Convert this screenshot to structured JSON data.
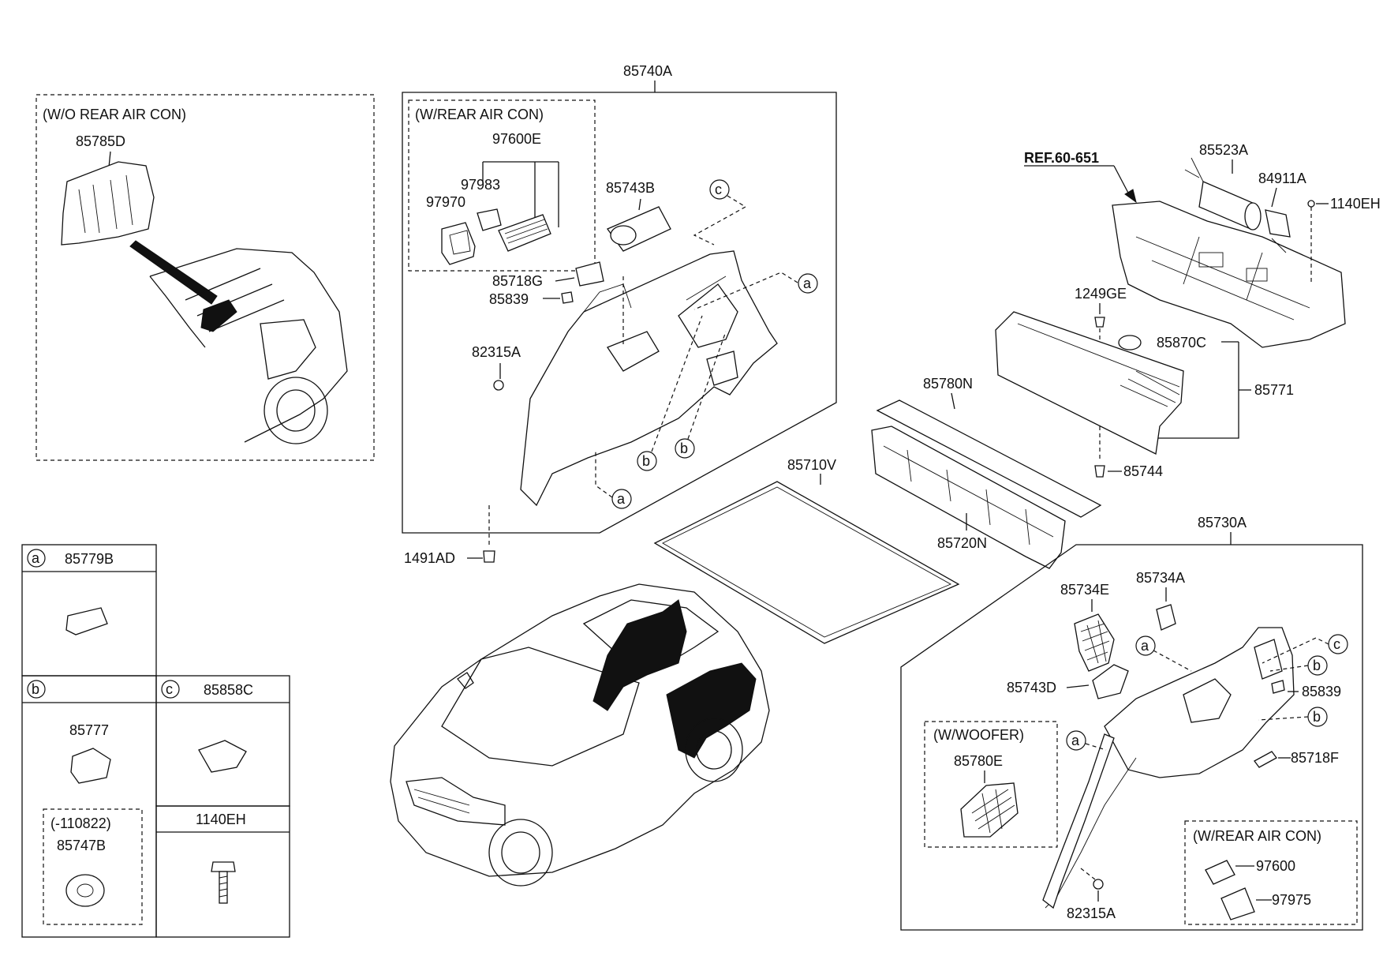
{
  "groups": {
    "wo_rear_air_con": "(W/O REAR AIR CON)",
    "w_rear_air_con_top": "(W/REAR AIR CON)",
    "w_rear_air_con_bottom": "(W/REAR AIR CON)",
    "w_woofer": "(W/WOOFER)",
    "date_note": "(-110822)"
  },
  "ref": "REF.60-651",
  "labels": {
    "p85785D": "85785D",
    "p85740A": "85740A",
    "p97600E": "97600E",
    "p97983": "97983",
    "p97970": "97970",
    "p85743B": "85743B",
    "p85718G": "85718G",
    "p85839_top": "85839",
    "p82315A_top": "82315A",
    "p1491AD": "1491AD",
    "p85523A": "85523A",
    "p84911A": "84911A",
    "p1140EH_top": "1140EH",
    "p1249GE": "1249GE",
    "p85870C": "85870C",
    "p85771": "85771",
    "p85780N": "85780N",
    "p85744": "85744",
    "p85710V": "85710V",
    "p85720N": "85720N",
    "p85730A": "85730A",
    "p85734E": "85734E",
    "p85734A": "85734A",
    "p85743D": "85743D",
    "p85839_right": "85839",
    "p85718F": "85718F",
    "p85780E": "85780E",
    "p82315A_bottom": "82315A",
    "p97600": "97600",
    "p97975": "97975"
  },
  "callouts": {
    "a": "a",
    "b": "b",
    "c": "c"
  },
  "legend": {
    "a_part": "85779B",
    "c_part": "85858C",
    "b_part": "85777",
    "b_alt_part": "85747B",
    "screw_part": "1140EH"
  }
}
